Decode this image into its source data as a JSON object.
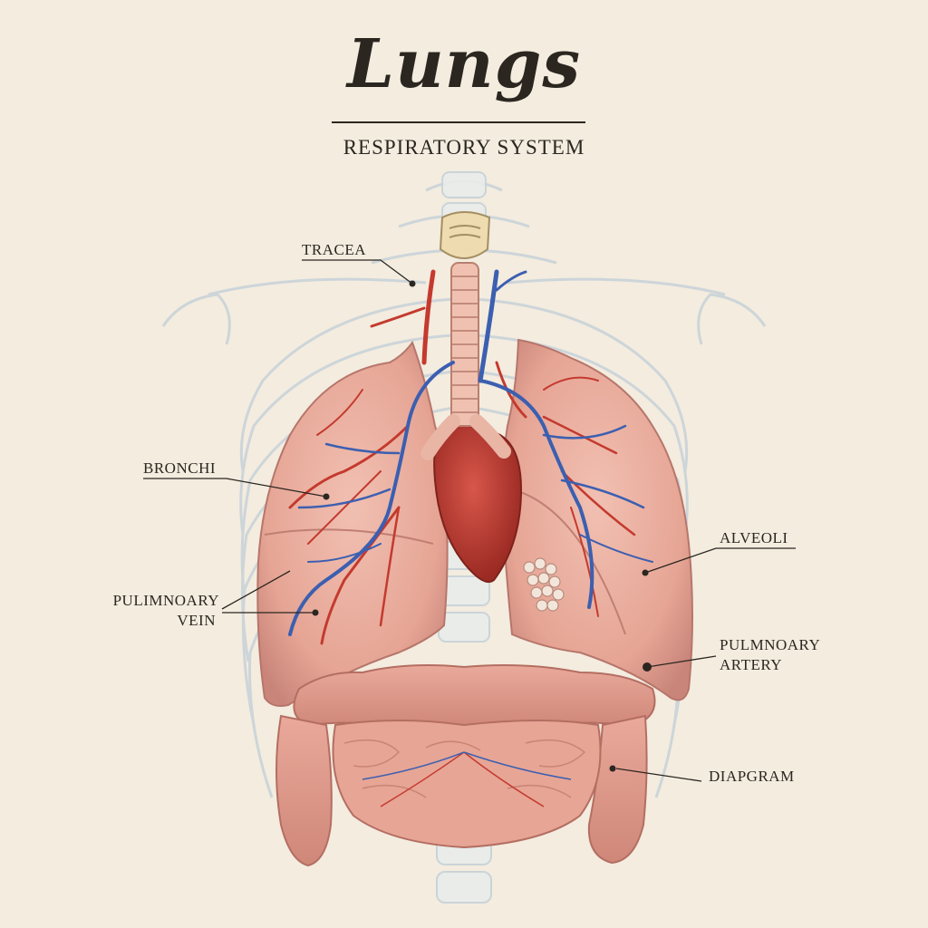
{
  "header": {
    "title": "Lungs",
    "subtitle": "RESPIRATORY SYSTEM"
  },
  "labels": {
    "trachea": "TRACEA",
    "bronchi": "BRONCHI",
    "pulmonary_vein_line1": "PULIMNOARY",
    "pulmonary_vein_line2": "VEIN",
    "alveoli": "ALVEOLI",
    "pulmonary_artery_line1": "PULMNOARY",
    "pulmonary_artery_line2": "ARTERY",
    "diaphragm": "DIAPGRAM"
  },
  "colors": {
    "background": "#f3ecdf",
    "ink": "#2b2620",
    "lung": "#e8a99a",
    "lung_shade": "#c97f72",
    "artery": "#c43a2e",
    "vein": "#3c5fb0",
    "heart": "#b8382f",
    "bone": "#c9d3d8"
  }
}
